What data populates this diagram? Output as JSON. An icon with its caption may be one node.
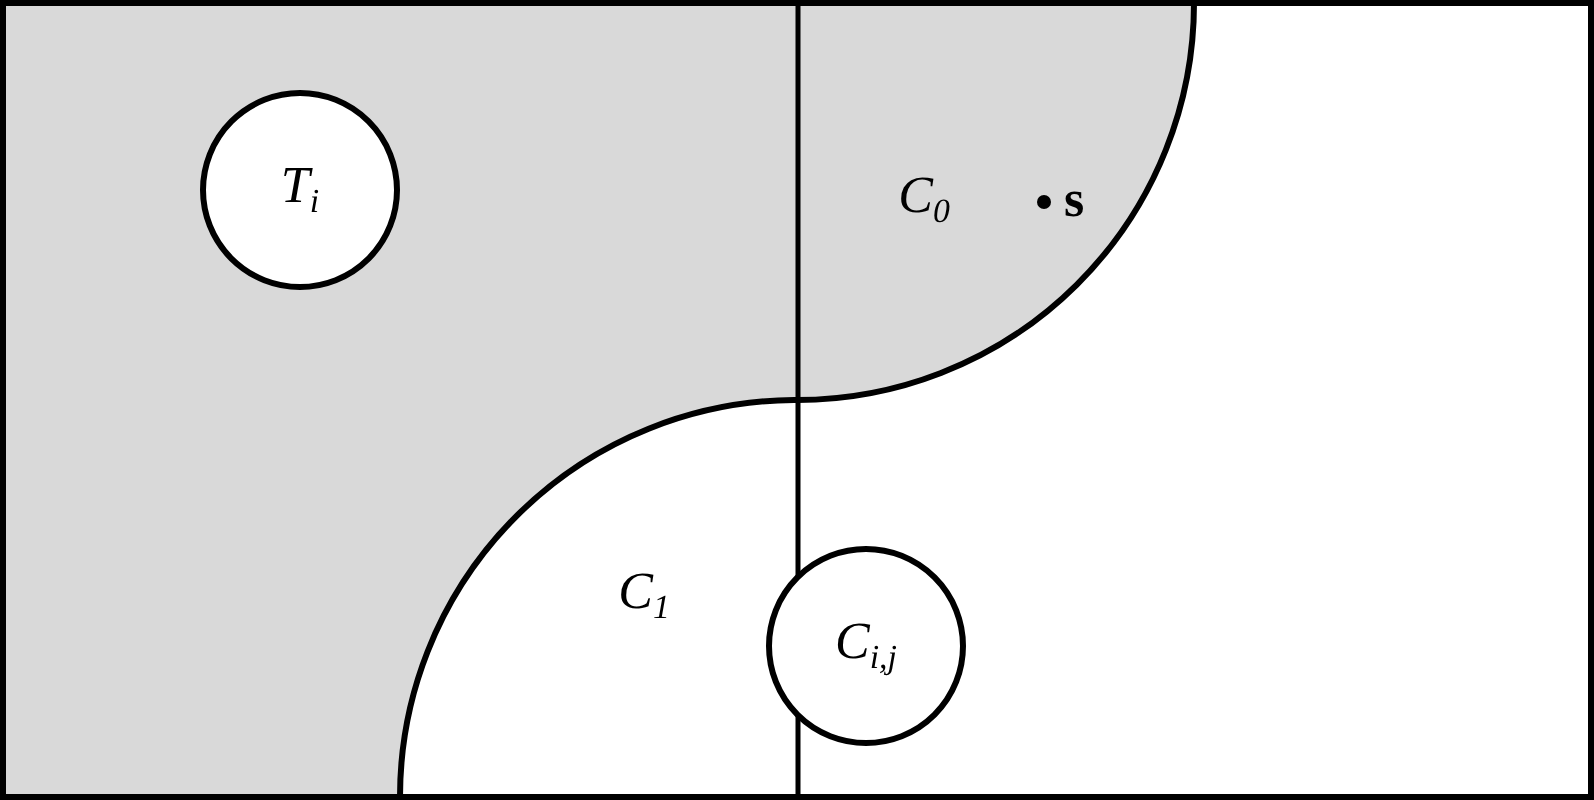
{
  "diagram": {
    "nodes": [
      {
        "text": [
          "T$_{i}$"
        ]
      },
      {
        "text": [
          "C$_{i,j}$"
        ]
      }
    ],
    "labels": [
      "C$_{0}$",
      "s",
      "C$_{1}$"
    ]
  }
}
